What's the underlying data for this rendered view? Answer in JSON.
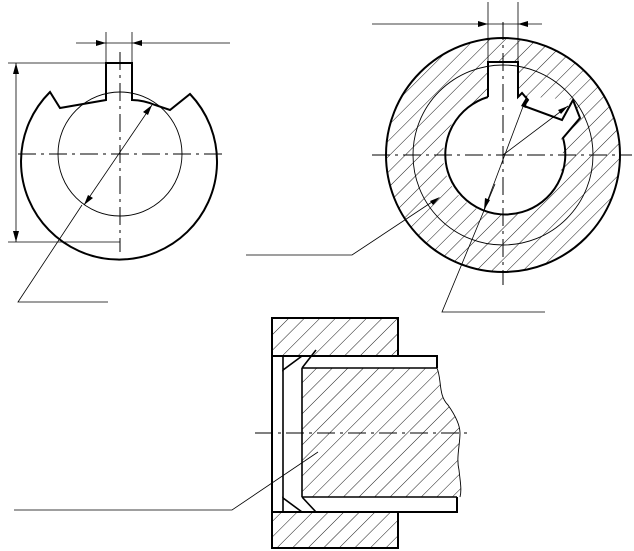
{
  "drawing": {
    "views": [
      {
        "name": "shaft-cross-section-with-key-seat"
      },
      {
        "name": "hub-cross-section-with-key-slot"
      },
      {
        "name": "longitudinal-section-shaft-in-hub"
      }
    ],
    "colors": {
      "stroke": "#000000",
      "background": "#ffffff"
    }
  }
}
